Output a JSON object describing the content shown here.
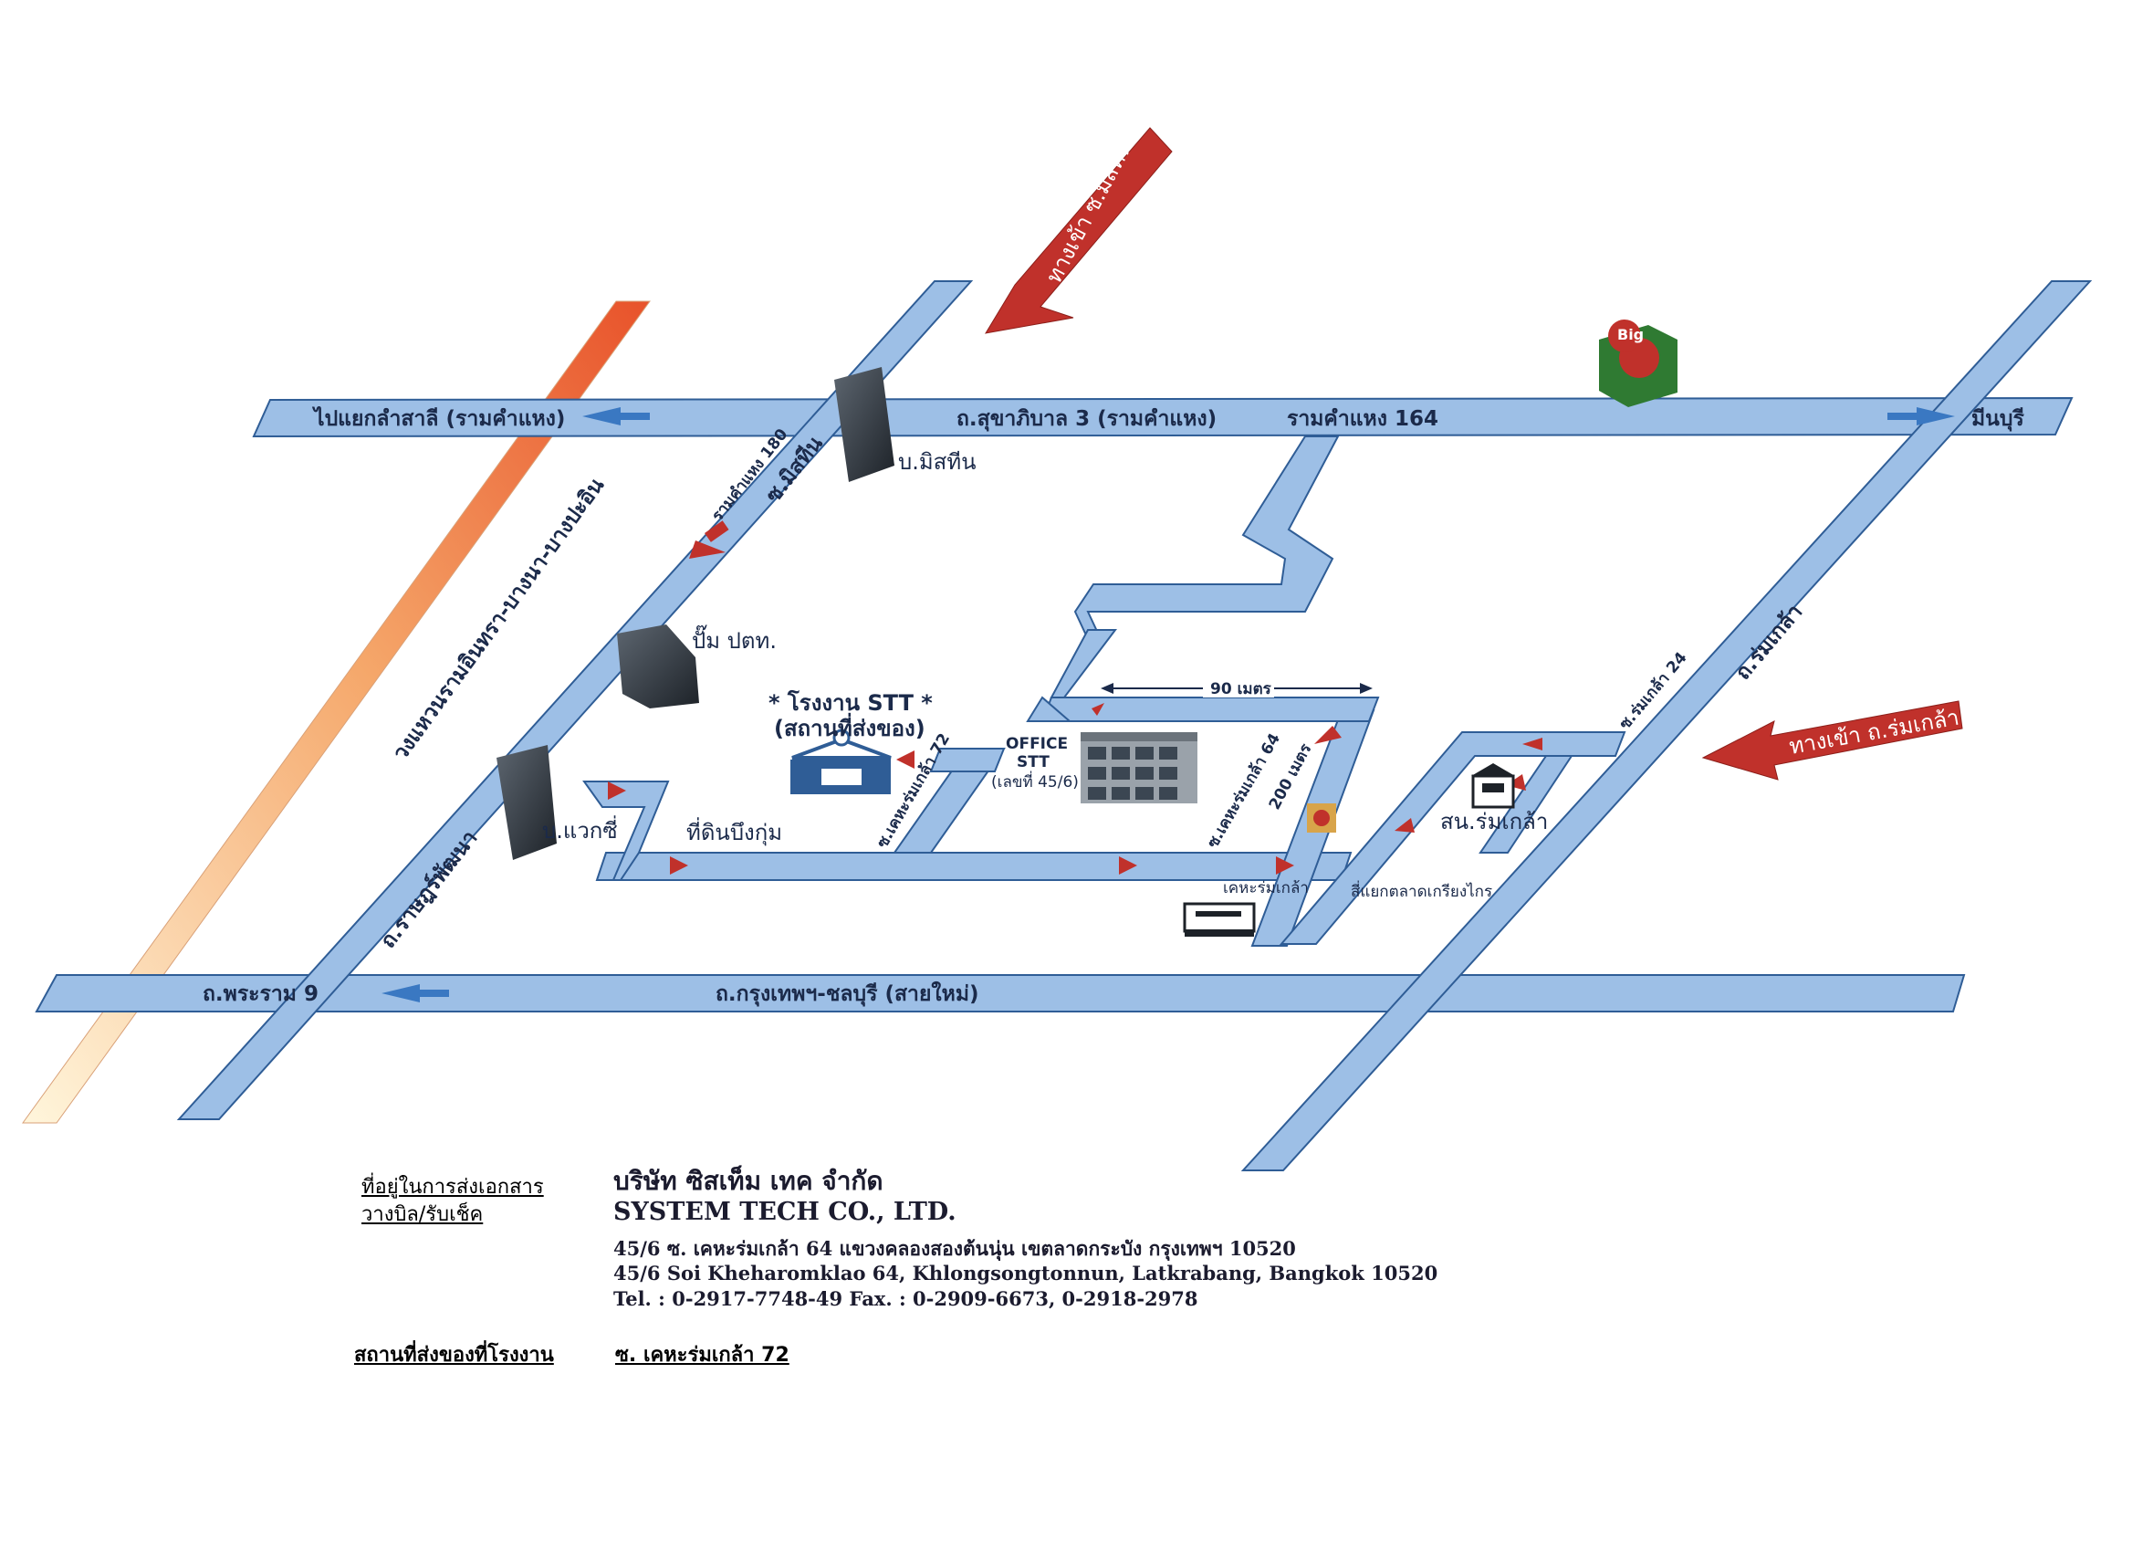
{
  "arrows": {
    "entry_minburi_soi": "ทางเข้า ซ.มิสทีน",
    "entry_romklao": "ทางเข้า ถ.ร่มเกล้า"
  },
  "roads": {
    "to_lamsali": "ไปแยกลำสาลี (รามคำแหง)",
    "sukhaphiban3": "ถ.สุขาภิบาล 3 (รามคำแหง)",
    "ramkhamhaeng164": "รามคำแหง 164",
    "minburi": "มีนบุรี",
    "romklao": "ถ.ร่มเกล้า",
    "romklao24": "ซ.ร่มเกล้า 24",
    "rama9": "ถ.พระราม 9",
    "bangkok_chonburi": "ถ.กรุงเทพฯ-ชลบุรี (สายใหม่)",
    "ratburana": "ถ.ราษฎร์พัฒนา",
    "mistine_soi": "ซ.มิสทีน",
    "ram180": "รามคำแหง 180",
    "ring_road": "วงแหวนรามอินทรา-บางนา-บางปะอิน",
    "soi72": "ซ.เคหะร่มเกล้า 72",
    "soi64": "ซ.เคหะร่มเกล้า 64",
    "dist200": "200 เมตร",
    "dist90": "90 เมตร"
  },
  "places": {
    "mistine": "บ.มิสทีน",
    "ptt": "ปั๊ม ปตท.",
    "wacoal": "บ.แวกซี่",
    "land": "ที่ดินบึงกุ่ม",
    "factory_title": "* โรงงาน STT *",
    "factory_sub": "(สถานที่ส่งของ)",
    "office_title": "OFFICE",
    "office_name": "STT",
    "office_no": "(เลขที่ 45/6)",
    "police": "สน.ร่มเกล้า",
    "keha": "เคหะร่มเกล้า",
    "intersection": "สี่แยกตลาดเกรียงไกร",
    "big_c": "Big"
  },
  "info": {
    "label_billing_1": "ที่อยู่ในการส่งเอกสาร",
    "label_billing_2": "วางบิล/รับเช็ค",
    "company_th": "บริษัท ซิสเท็ม เทค จำกัด",
    "company_en": "SYSTEM TECH CO., LTD.",
    "address_th": "45/6 ซ. เคหะร่มเกล้า 64 แขวงคลองสองต้นนุ่น เขตลาดกระบัง กรุงเทพฯ 10520",
    "address_en": "45/6 Soi Kheharomklao 64, Khlongsongtonnun, Latkrabang, Bangkok 10520",
    "contact": "Tel. : 0-2917-7748-49  Fax. : 0-2909-6673, 0-2918-2978",
    "label_delivery": "สถานที่ส่งของที่โรงงาน",
    "delivery_value": "ซ. เคหะร่มเกล้า 72"
  },
  "colors": {
    "road_fill": "#9dbfe6",
    "road_edge": "#2f5d96",
    "arrow_red": "#c0312b",
    "dir_arrow_blue": "#3a78c2"
  }
}
